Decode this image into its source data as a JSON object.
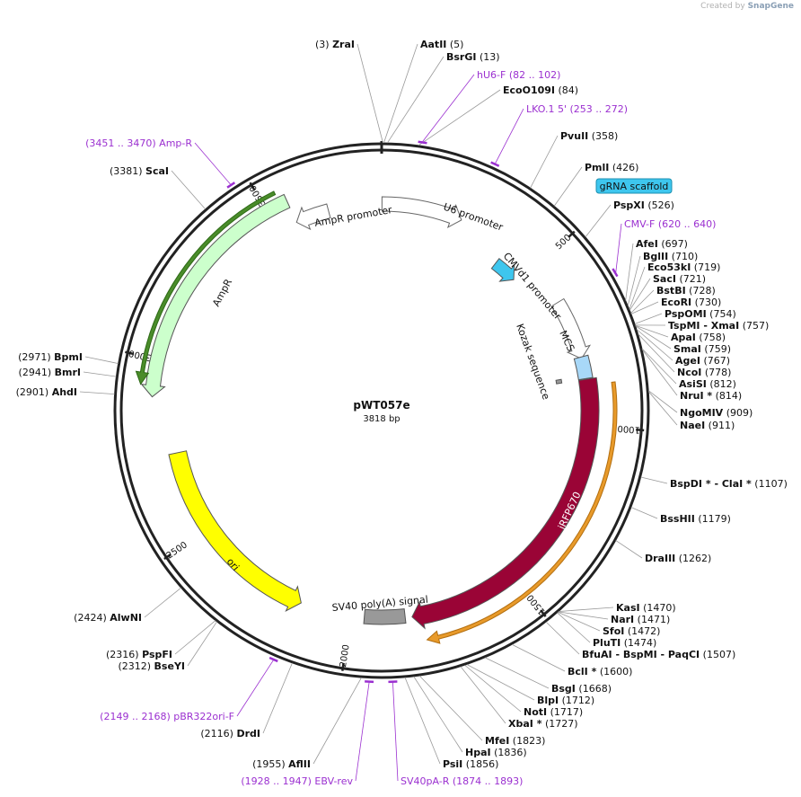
{
  "credit": {
    "prefix": "Created by",
    "brand": "SnapGene"
  },
  "plasmid": {
    "name": "pWT057e",
    "length_label": "3818 bp",
    "length": 3818
  },
  "ticks": [
    {
      "bp": 500,
      "label": "500"
    },
    {
      "bp": 1000,
      "label": "1000"
    },
    {
      "bp": 1500,
      "label": "1500"
    },
    {
      "bp": 2000,
      "label": "2000"
    },
    {
      "bp": 2500,
      "label": "2500"
    },
    {
      "bp": 3000,
      "label": "3000"
    },
    {
      "bp": 3500,
      "label": "3500"
    }
  ],
  "features": [
    {
      "name": "U6 promoter",
      "type": "promoter",
      "start": 1,
      "end": 241,
      "color": "#ffffff"
    },
    {
      "name": "gRNA scaffold",
      "type": "callout",
      "start": 400,
      "end": 480,
      "color": "#3ec6ee"
    },
    {
      "name": "CMVd1 promoter",
      "type": "promoter",
      "start": 620,
      "end": 800,
      "color": "#ffffff"
    },
    {
      "name": "MCS",
      "type": "box",
      "start": 795,
      "end": 860,
      "color": "#a8d8f8"
    },
    {
      "name": "Kozak sequence",
      "type": "small",
      "start": 850,
      "end": 862,
      "color": "#999999"
    },
    {
      "name": "iRFP670",
      "type": "cds",
      "start": 862,
      "end": 1820,
      "color": "#9a0436"
    },
    {
      "name": "SV40 poly(A) signal",
      "type": "box",
      "start": 1840,
      "end": 1960,
      "color": "#999999"
    },
    {
      "name": "ori",
      "type": "ori",
      "start": 2150,
      "end": 2740,
      "color": "#ffff00"
    },
    {
      "name": "AmpR",
      "type": "cds",
      "start": 2900,
      "end": 3560,
      "color": "#ccffcc"
    },
    {
      "name": "AmpR promoter",
      "type": "promoter",
      "start": 3560,
      "end": 3660,
      "color": "#ffffff"
    }
  ],
  "sites": [
    {
      "name": "ZraI",
      "pos": "(3)",
      "bp": 3,
      "pos_left": true
    },
    {
      "name": "AatII",
      "pos": "(5)",
      "bp": 5
    },
    {
      "name": "BsrGI",
      "pos": "(13)",
      "bp": 13
    },
    {
      "name": "EcoO109I",
      "pos": "(84)",
      "bp": 84
    },
    {
      "name": "PvuII",
      "pos": "(358)",
      "bp": 358
    },
    {
      "name": "PmlI",
      "pos": "(426)",
      "bp": 426
    },
    {
      "name": "PspXI",
      "pos": "(526)",
      "bp": 526
    },
    {
      "name": "AfeI",
      "pos": "(697)",
      "bp": 697
    },
    {
      "name": "BglII",
      "pos": "(710)",
      "bp": 710
    },
    {
      "name": "Eco53kI",
      "pos": "(719)",
      "bp": 719
    },
    {
      "name": "SacI",
      "pos": "(721)",
      "bp": 721
    },
    {
      "name": "BstBI",
      "pos": "(728)",
      "bp": 728
    },
    {
      "name": "EcoRI",
      "pos": "(730)",
      "bp": 730
    },
    {
      "name": "PspOMI",
      "pos": "(754)",
      "bp": 754
    },
    {
      "name": "TspMI",
      "pos": "(757)",
      "bp": 757,
      "alias": "XmaI"
    },
    {
      "name": "ApaI",
      "pos": "(758)",
      "bp": 758
    },
    {
      "name": "SmaI",
      "pos": "(759)",
      "bp": 759
    },
    {
      "name": "AgeI",
      "pos": "(767)",
      "bp": 767
    },
    {
      "name": "NcoI",
      "pos": "(778)",
      "bp": 778
    },
    {
      "name": "AsiSI",
      "pos": "(812)",
      "bp": 812
    },
    {
      "name": "NruI *",
      "pos": "(814)",
      "bp": 814
    },
    {
      "name": "NgoMIV",
      "pos": "(909)",
      "bp": 909
    },
    {
      "name": "NaeI",
      "pos": "(911)",
      "bp": 911
    },
    {
      "name": "BspDI *",
      "pos": "(1107)",
      "bp": 1107,
      "alias": "ClaI *"
    },
    {
      "name": "BssHII",
      "pos": "(1179)",
      "bp": 1179
    },
    {
      "name": "DraIII",
      "pos": "(1262)",
      "bp": 1262
    },
    {
      "name": "KasI",
      "pos": "(1470)",
      "bp": 1470
    },
    {
      "name": "NarI",
      "pos": "(1471)",
      "bp": 1471
    },
    {
      "name": "SfoI",
      "pos": "(1472)",
      "bp": 1472
    },
    {
      "name": "PluTI",
      "pos": "(1474)",
      "bp": 1474
    },
    {
      "name": "BfuAI",
      "pos": "(1507)",
      "bp": 1507,
      "alias": "BspMI",
      "alias2": "PaqCI"
    },
    {
      "name": "BclI *",
      "pos": "(1600)",
      "bp": 1600
    },
    {
      "name": "BsgI",
      "pos": "(1668)",
      "bp": 1668
    },
    {
      "name": "BlpI",
      "pos": "(1712)",
      "bp": 1712
    },
    {
      "name": "NotI",
      "pos": "(1717)",
      "bp": 1717
    },
    {
      "name": "XbaI *",
      "pos": "(1727)",
      "bp": 1727
    },
    {
      "name": "MfeI",
      "pos": "(1823)",
      "bp": 1823
    },
    {
      "name": "HpaI",
      "pos": "(1836)",
      "bp": 1836
    },
    {
      "name": "PsiI",
      "pos": "(1856)",
      "bp": 1856
    },
    {
      "name": "AflII",
      "pos": "(1955)",
      "bp": 1955,
      "pos_left": true
    },
    {
      "name": "DrdI",
      "pos": "(2116)",
      "bp": 2116,
      "pos_left": true
    },
    {
      "name": "BseYI",
      "pos": "(2312)",
      "bp": 2312,
      "pos_left": true
    },
    {
      "name": "PspFI",
      "pos": "(2316)",
      "bp": 2316,
      "pos_left": true
    },
    {
      "name": "AlwNI",
      "pos": "(2424)",
      "bp": 2424,
      "pos_left": true
    },
    {
      "name": "AhdI",
      "pos": "(2901)",
      "bp": 2901,
      "pos_left": true
    },
    {
      "name": "BmrI",
      "pos": "(2941)",
      "bp": 2941,
      "pos_left": true
    },
    {
      "name": "BpmI",
      "pos": "(2971)",
      "bp": 2971,
      "pos_left": true
    },
    {
      "name": "ScaI",
      "pos": "(3381)",
      "bp": 3381,
      "pos_left": true
    }
  ],
  "primers": [
    {
      "name": "hU6-F",
      "range": "(82 .. 102)",
      "bp": 92
    },
    {
      "name": "LKO.1 5'",
      "range": "(253 .. 272)",
      "bp": 262
    },
    {
      "name": "CMV-F",
      "range": "(620 .. 640)",
      "bp": 630
    },
    {
      "name": "SV40pA-R",
      "range": "(1874 .. 1893)",
      "bp": 1884
    },
    {
      "name": "EBV-rev",
      "range": "(1928 .. 1947)",
      "bp": 1937
    },
    {
      "name": "pBR322ori-F",
      "range": "(2149 .. 2168)",
      "bp": 2158
    },
    {
      "name": "Amp-R",
      "range": "(3451 .. 3470)",
      "bp": 3460
    }
  ],
  "colors": {
    "backbone": "#222222",
    "primer": "#9b30d0",
    "callout": "#3ec6ee"
  }
}
